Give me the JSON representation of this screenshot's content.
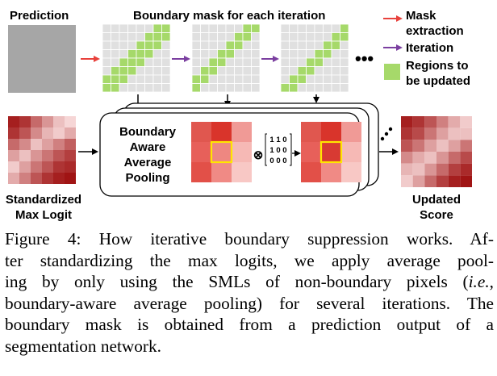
{
  "labels": {
    "prediction": "Prediction",
    "boundary_mask": "Boundary mask for each iteration",
    "standardized_1": "Standardized",
    "standardized_2": "Max Logit",
    "updated_1": "Updated",
    "updated_2": "Score",
    "baap_1": "Boundary",
    "baap_2": "Aware",
    "baap_3": "Average",
    "baap_4": "Pooling",
    "ellipsis": "•••"
  },
  "legend": {
    "mask_extraction_1": "Mask",
    "mask_extraction_2": "extraction",
    "iteration": "Iteration",
    "regions_1": "Regions to",
    "regions_2": "be updated"
  },
  "kernel": {
    "row1": "1 1 0",
    "row2": "1 0 0",
    "row3": "0 0 0",
    "operator": "⊗"
  },
  "colors": {
    "mask_green": "#a6d96a",
    "mask_grey": "#e0e0e0",
    "mask_border": "#5aa02c",
    "red_arrow": "#e8413c",
    "purple_arrow": "#7b3fa0",
    "highlight": "#ffe600"
  },
  "caption": {
    "line1": "Figure 4: How iterative boundary suppression works. Af-",
    "line2": "ter standardizing the max logits, we apply average pool-",
    "line3a": "ing by only using the SMLs of non-boundary pixels (",
    "line3b": "i.e.",
    "line3c": ",",
    "line4": "boundary-aware average pooling) for several iterations. The",
    "line5": "boundary mask is obtained from a prediction output of a",
    "line6": "segmentation network."
  }
}
